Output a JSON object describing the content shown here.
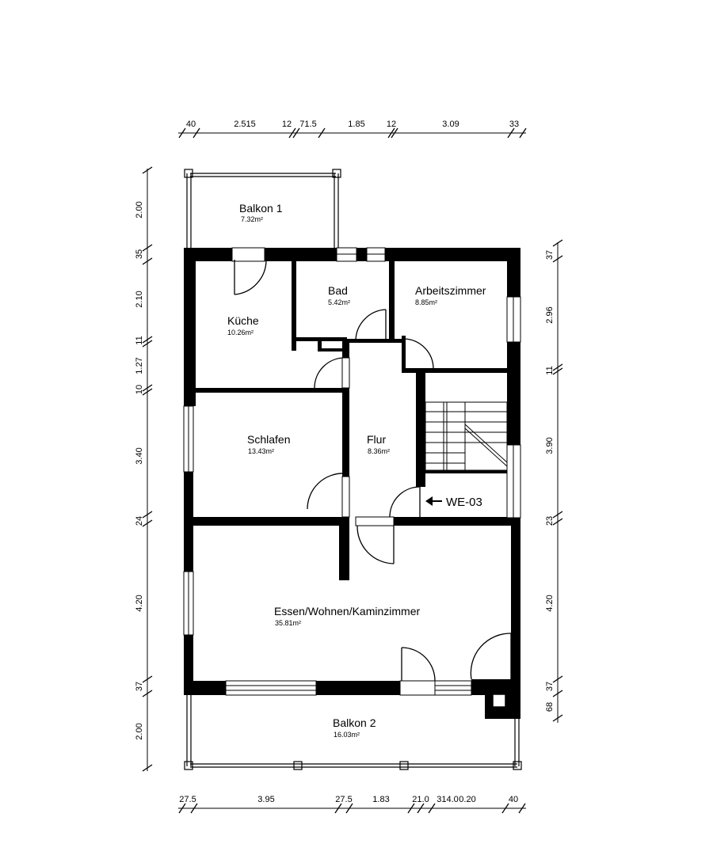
{
  "rooms": {
    "balkon1": {
      "name": "Balkon 1",
      "area": "7.32m²"
    },
    "kueche": {
      "name": "Küche",
      "area": "10.26m²"
    },
    "bad": {
      "name": "Bad",
      "area": "5.42m²"
    },
    "arbeitszimmer": {
      "name": "Arbeitszimmer",
      "area": "8.85m²"
    },
    "schlafen": {
      "name": "Schlafen",
      "area": "13.43m²"
    },
    "flur": {
      "name": "Flur",
      "area": "8.36m²"
    },
    "wohnen": {
      "name": "Essen/Wohnen/Kaminzimmer",
      "area": "35.81m²"
    },
    "balkon2": {
      "name": "Balkon 2",
      "area": "16.03m²"
    }
  },
  "unit_label": "WE-03",
  "dimensions": {
    "top": [
      "40",
      "2.515",
      "12",
      "71.5",
      "1.85",
      "12",
      "3.09",
      "33"
    ],
    "bottom": [
      "27.5",
      "3.95",
      "27.5",
      "1.83",
      "21.0",
      "314.0",
      "0.20",
      "40"
    ],
    "left": [
      "2.00",
      "35",
      "2.10",
      "11",
      "1.27",
      "10",
      "3.40",
      "24",
      "4.20",
      "37",
      "2.00"
    ],
    "right": [
      "37",
      "2.96",
      "11",
      "3.90",
      "23",
      "4.20",
      "37",
      "68"
    ]
  }
}
